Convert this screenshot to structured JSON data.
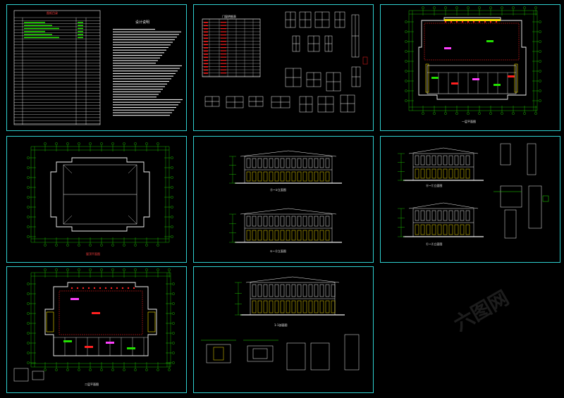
{
  "sheets": [
    {
      "id": "s1",
      "title": "图纸目录",
      "subtitle": "设计说明"
    },
    {
      "id": "s2",
      "title": "门窗明细表"
    },
    {
      "id": "s3",
      "title": "一层平面图"
    },
    {
      "id": "s4",
      "title": "屋顶平面图"
    },
    {
      "id": "s5",
      "titles": [
        "⑪~①立面图",
        "①~⑪立面图"
      ]
    },
    {
      "id": "s6",
      "titles": [
        "Ⓐ~Ⓔ立面图",
        "Ⓔ~Ⓐ立面图"
      ]
    },
    {
      "id": "s7",
      "title": "二层平面图"
    },
    {
      "id": "s8",
      "title": "1-1剖面图"
    }
  ],
  "watermark": "六图网",
  "colors": {
    "frame": "#2fd0d0",
    "line": "#f2f2f2",
    "green": "#22e000",
    "red": "#ff2020",
    "yellow": "#f5e000",
    "cyan": "#00e5e5",
    "magenta": "#ff40ff"
  }
}
